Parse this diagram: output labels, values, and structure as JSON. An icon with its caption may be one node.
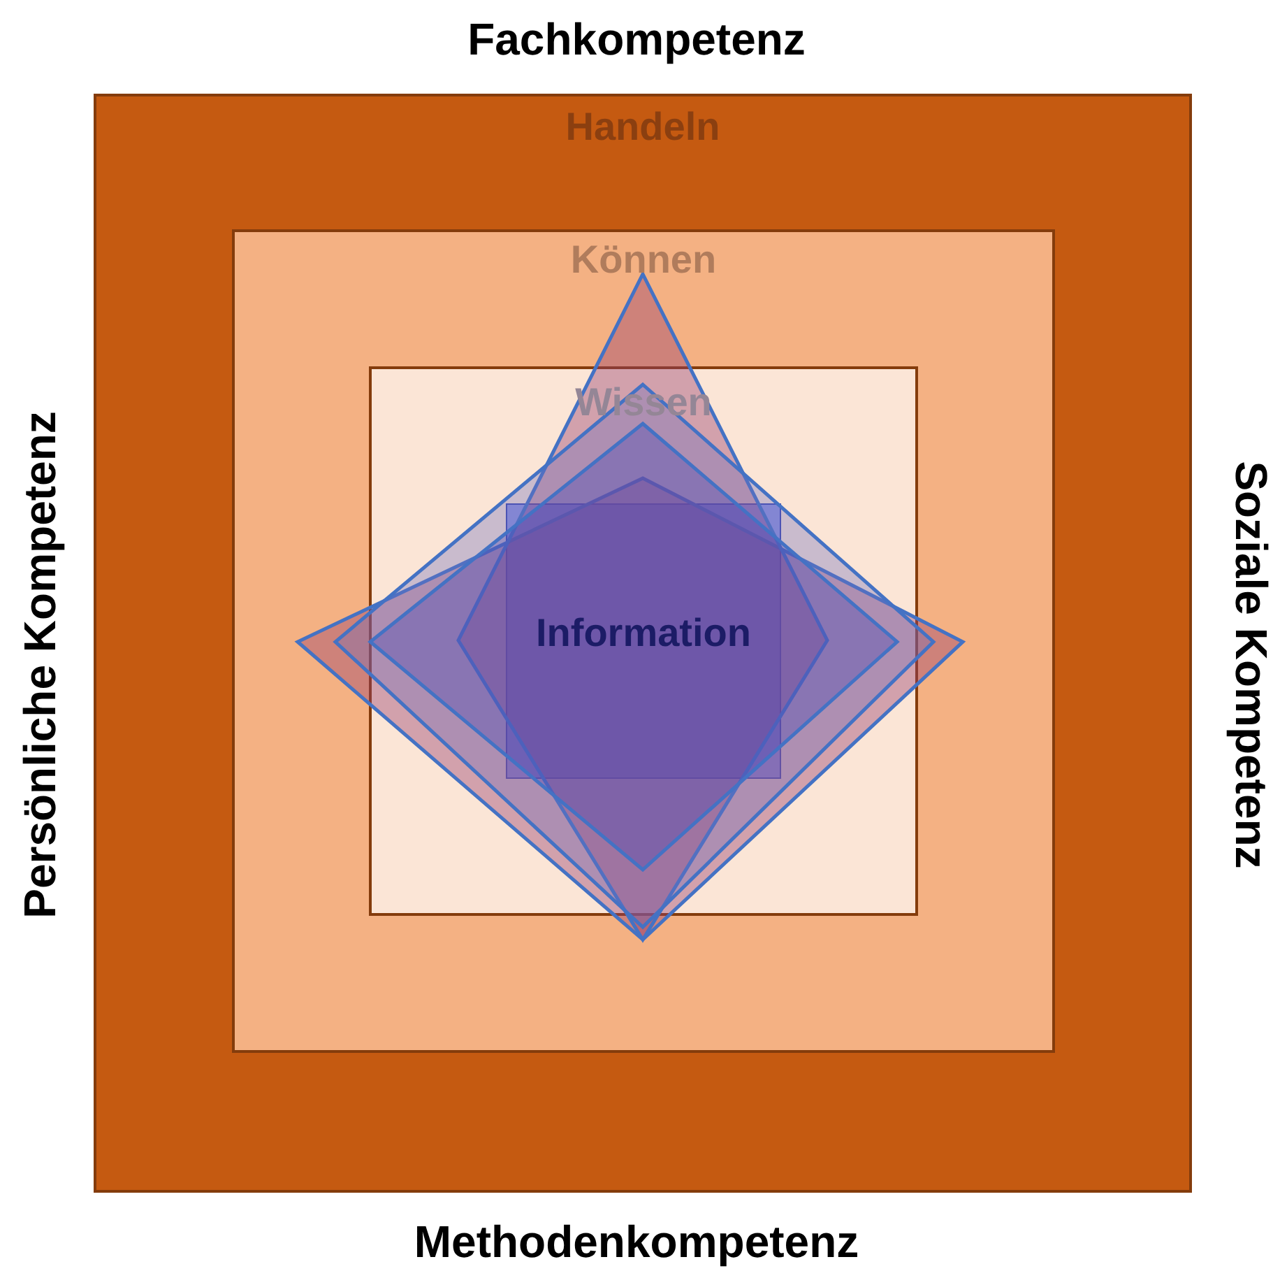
{
  "diagram": {
    "nodes": [
      {
        "text": [
          "Handeln"
        ]
      },
      {
        "text": [
          "Können"
        ],
        "in": 0
      },
      {
        "text": [
          "Wissen"
        ],
        "in": 1
      },
      {
        "text": [
          "Information"
        ],
        "in": 2
      }
    ],
    "labels": [
      "Fachkompetenz",
      "Persönliche Kompetenz",
      "Soziale Kompetenz",
      "Methodenkompetenz"
    ]
  }
}
